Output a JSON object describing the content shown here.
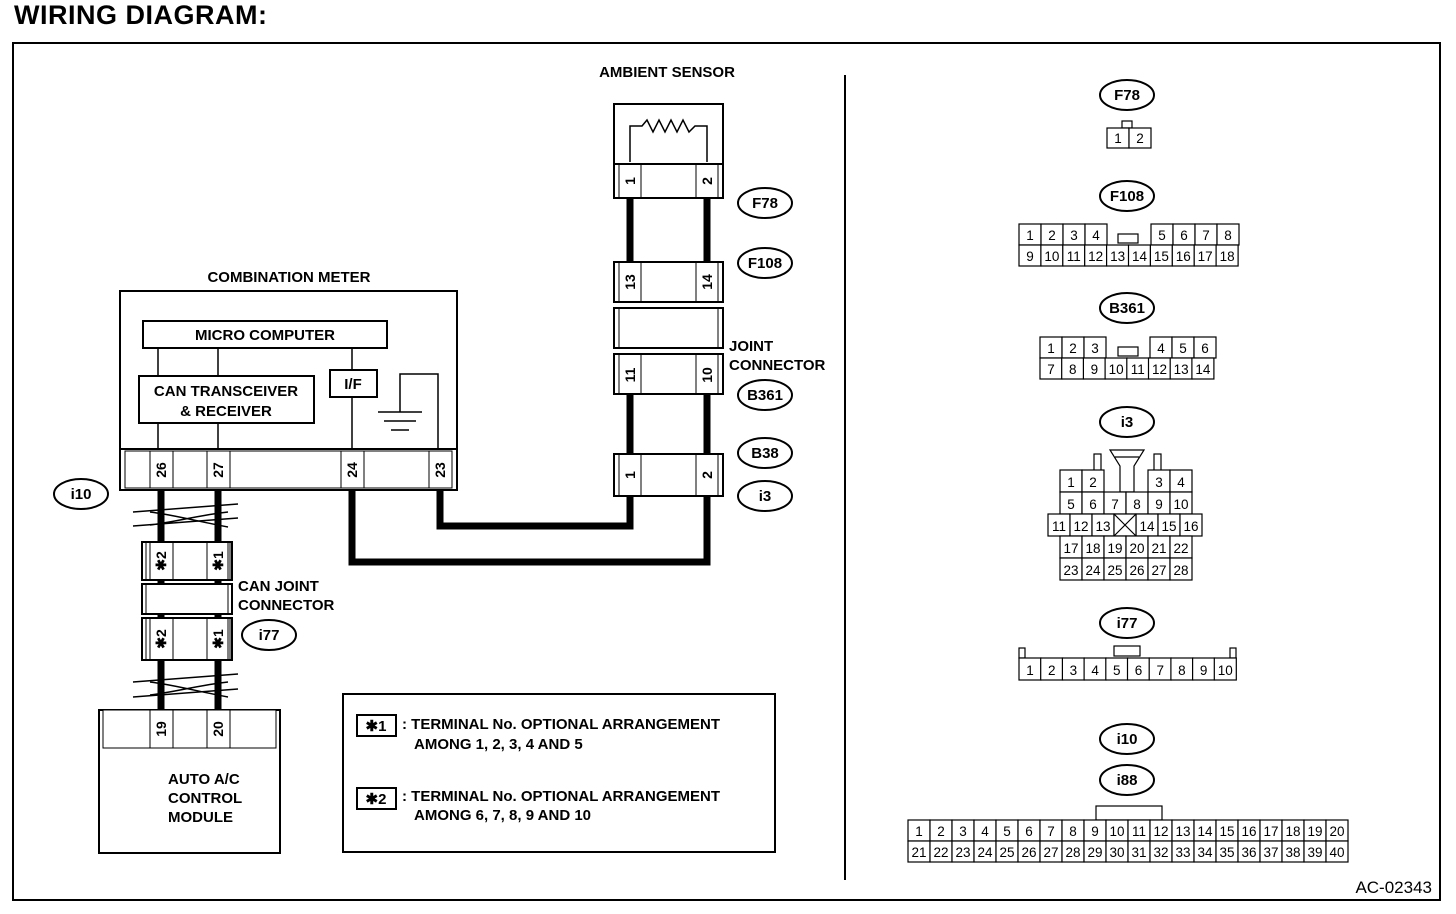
{
  "title": "WIRING DIAGRAM:",
  "figure_id": "AC-02343",
  "components": {
    "ambient_sensor": "AMBIENT SENSOR",
    "combination_meter": "COMBINATION METER",
    "micro_computer": "MICRO COMPUTER",
    "can_transceiver": [
      "CAN TRANSCEIVER",
      "& RECEIVER"
    ],
    "if": "I/F",
    "joint_connector": [
      "JOINT",
      "CONNECTOR"
    ],
    "can_joint_connector": [
      "CAN JOINT",
      "CONNECTOR"
    ],
    "auto_ac": [
      "AUTO A/C",
      "CONTROL",
      "MODULE"
    ]
  },
  "connector_ids": {
    "f78": "F78",
    "f108": "F108",
    "b361": "B361",
    "b38": "B38",
    "i3": "i3",
    "i10": "i10",
    "i77": "i77",
    "i88": "i88"
  },
  "terminals": {
    "sensor": [
      "1",
      "2"
    ],
    "f108": [
      "13",
      "14"
    ],
    "b361": [
      "11",
      "10"
    ],
    "i3": [
      "1",
      "2"
    ],
    "meter": [
      "26",
      "27",
      "24",
      "23"
    ],
    "can_joint": [
      "✱2",
      "✱1"
    ],
    "module": [
      "19",
      "20"
    ]
  },
  "legend": [
    {
      "key": "✱1",
      "text": [
        ": TERMINAL No. OPTIONAL  ARRANGEMENT",
        "AMONG 1, 2, 3, 4 AND 5"
      ]
    },
    {
      "key": "✱2",
      "text": [
        ": TERMINAL No. OPTIONAL  ARRANGEMENT",
        "AMONG 6, 7, 8, 9 AND 10"
      ]
    }
  ],
  "connector_faces": {
    "F78": [
      [
        "1",
        "2"
      ]
    ],
    "F108": [
      [
        "1",
        "2",
        "3",
        "4",
        "",
        "5",
        "6",
        "7",
        "8"
      ],
      [
        "9",
        "10",
        "11",
        "12",
        "13",
        "14",
        "15",
        "16",
        "17",
        "18"
      ]
    ],
    "B361": [
      [
        "1",
        "2",
        "3",
        "",
        "4",
        "5",
        "6"
      ],
      [
        "7",
        "8",
        "9",
        "10",
        "11",
        "12",
        "13",
        "14"
      ]
    ],
    "i3": [
      [
        "1",
        "2",
        "3",
        "4"
      ],
      [
        "5",
        "6",
        "7",
        "8",
        "9",
        "10"
      ],
      [
        "11",
        "12",
        "13",
        "14",
        "15",
        "16"
      ],
      [
        "17",
        "18",
        "19",
        "20",
        "21",
        "22"
      ],
      [
        "23",
        "24",
        "25",
        "26",
        "27",
        "28"
      ]
    ],
    "i77": [
      [
        "1",
        "2",
        "3",
        "4",
        "5",
        "6",
        "7",
        "8",
        "9",
        "10"
      ]
    ],
    "i88": [
      [
        "1",
        "2",
        "3",
        "4",
        "5",
        "6",
        "7",
        "8",
        "9",
        "10",
        "11",
        "12",
        "13",
        "14",
        "15",
        "16",
        "17",
        "18",
        "19",
        "20"
      ],
      [
        "21",
        "22",
        "23",
        "24",
        "25",
        "26",
        "27",
        "28",
        "29",
        "30",
        "31",
        "32",
        "33",
        "34",
        "35",
        "36",
        "37",
        "38",
        "39",
        "40"
      ]
    ]
  },
  "face_labels": {
    "f78": "F78",
    "f108": "F108",
    "b361": "B361",
    "i3": "i3",
    "i77": "i77",
    "i10": "i10",
    "i88": "i88"
  }
}
